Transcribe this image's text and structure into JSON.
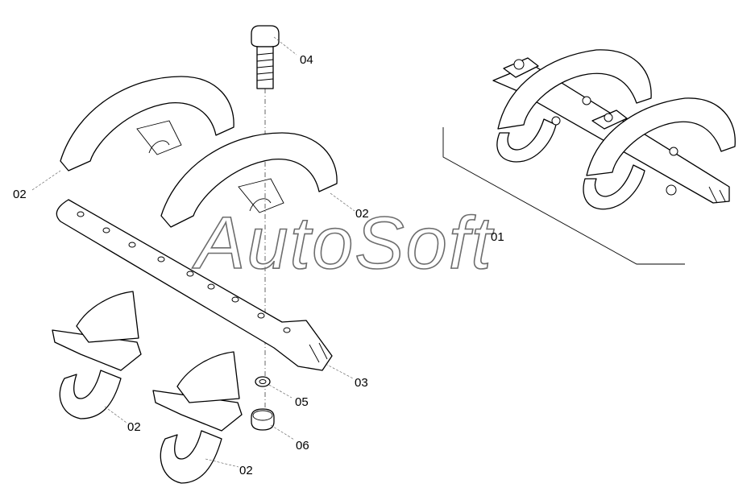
{
  "watermark": "AutoSoft",
  "labels": {
    "assembly": "01",
    "segment_top_left": "02",
    "segment_top_right": "02",
    "segment_bottom_left": "02",
    "segment_bottom_right": "02",
    "shaft": "03",
    "bolt": "04",
    "washer": "05",
    "nut": "06"
  }
}
